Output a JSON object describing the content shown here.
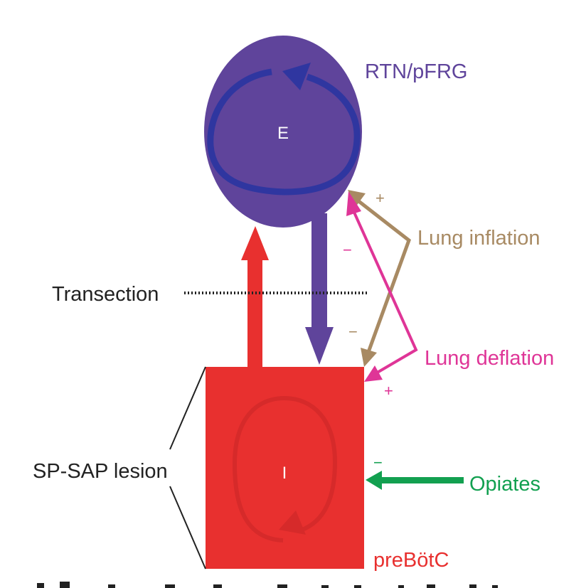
{
  "diagram": {
    "type": "respiratory-oscillator-schematic",
    "colors": {
      "expiratory": "#5f449b",
      "expiratory_loop": "#2f36a0",
      "inspiratory": "#e8302f",
      "inspiratory_loop": "#d62a2a",
      "lung_inflation": "#a88a63",
      "lung_deflation": "#df3597",
      "opiates": "#12a050",
      "text_dark": "#222222",
      "node_text": "#ffffff"
    },
    "nodes": {
      "rtn": {
        "label": "RTN/pFRG",
        "inner_label": "E"
      },
      "prebotc": {
        "label": "preBötC",
        "inner_label": "I"
      }
    },
    "annotations": {
      "transection": "Transection",
      "lesion": "SP-SAP lesion"
    },
    "inputs": {
      "lung_inflation": {
        "label": "Lung inflation",
        "to_rtn_sign": "+",
        "to_prebotc_sign": "−"
      },
      "lung_deflation": {
        "label": "Lung deflation",
        "to_rtn_sign": "−",
        "to_prebotc_sign": "+"
      },
      "opiates": {
        "label": "Opiates",
        "to_prebotc_sign": "−"
      }
    },
    "edges": [
      {
        "from": "preBötC",
        "to": "RTN/pFRG",
        "color": "inspiratory"
      },
      {
        "from": "RTN/pFRG",
        "to": "preBötC",
        "color": "expiratory"
      }
    ]
  }
}
